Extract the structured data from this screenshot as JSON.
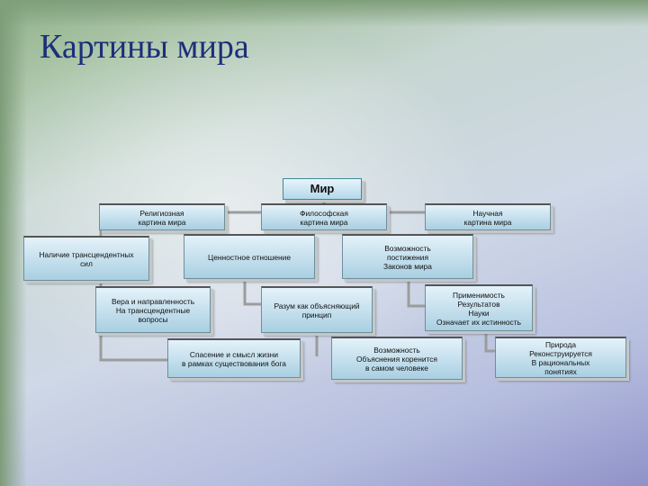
{
  "slide": {
    "title": "Картины мира"
  },
  "diagram": {
    "root": "Мир",
    "columns": [
      {
        "header": "Религиозная\nкартина мира",
        "steps": [
          "Наличие трансцендентных\nсил",
          "Вера и направленность\nНа трансцендентные\nвопросы",
          "Спасение и смысл жизни\nв рамках существования бога"
        ]
      },
      {
        "header": "Философская\nкартина мира",
        "steps": [
          "Ценностное отношение",
          "Разум как объясняющий\nпринцип",
          "Возможность\nОбъяснения коренится\nв самом человеке"
        ]
      },
      {
        "header": "Научная\nкартина мира",
        "steps": [
          "Возможность\nпостижения\nЗаконов мира",
          "Применимость\nРезультатов\nНауки\nОзначает их истинность",
          "Природа\nРеконструируется\nВ рациональных\nпонятиях"
        ]
      }
    ]
  }
}
